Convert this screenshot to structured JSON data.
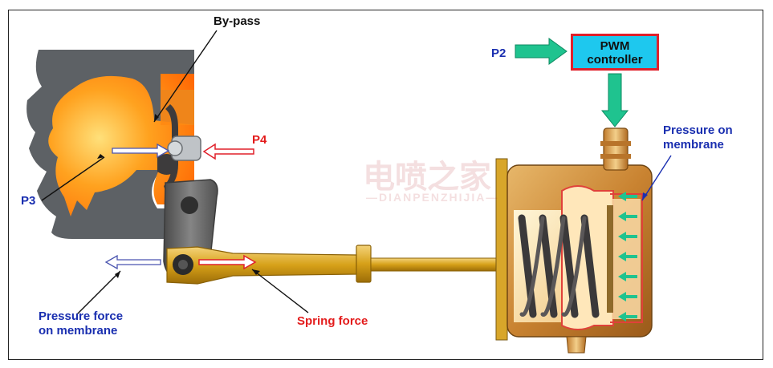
{
  "labels": {
    "bypass": "By-pass",
    "p2": "P2",
    "pwm_line1": "PWM",
    "pwm_line2": "controller",
    "p4": "P4",
    "p3": "P3",
    "pressure_on_membrane_line1": "Pressure on",
    "pressure_on_membrane_line2": "membrane",
    "pressure_force_line1": "Pressure force",
    "pressure_force_line2": "on membrane",
    "spring_force": "Spring force"
  },
  "watermark": {
    "brand": "电喷之家",
    "brand_pinyin": "—DIANPENZHIJIA—"
  },
  "colors": {
    "label_blue": "#1a2fb0",
    "label_red": "#e31b1b",
    "pwm_fill": "#1ec8ee",
    "pwm_border": "#e0202a",
    "arrow_green": "#1fc38f",
    "housing_gray": "#5d6165",
    "exhaust_orange": "#ff8a12",
    "rod_gold": "#d9a21b",
    "actuator_copper": "#c98a3c",
    "spring_dark": "#3d3b3c"
  }
}
